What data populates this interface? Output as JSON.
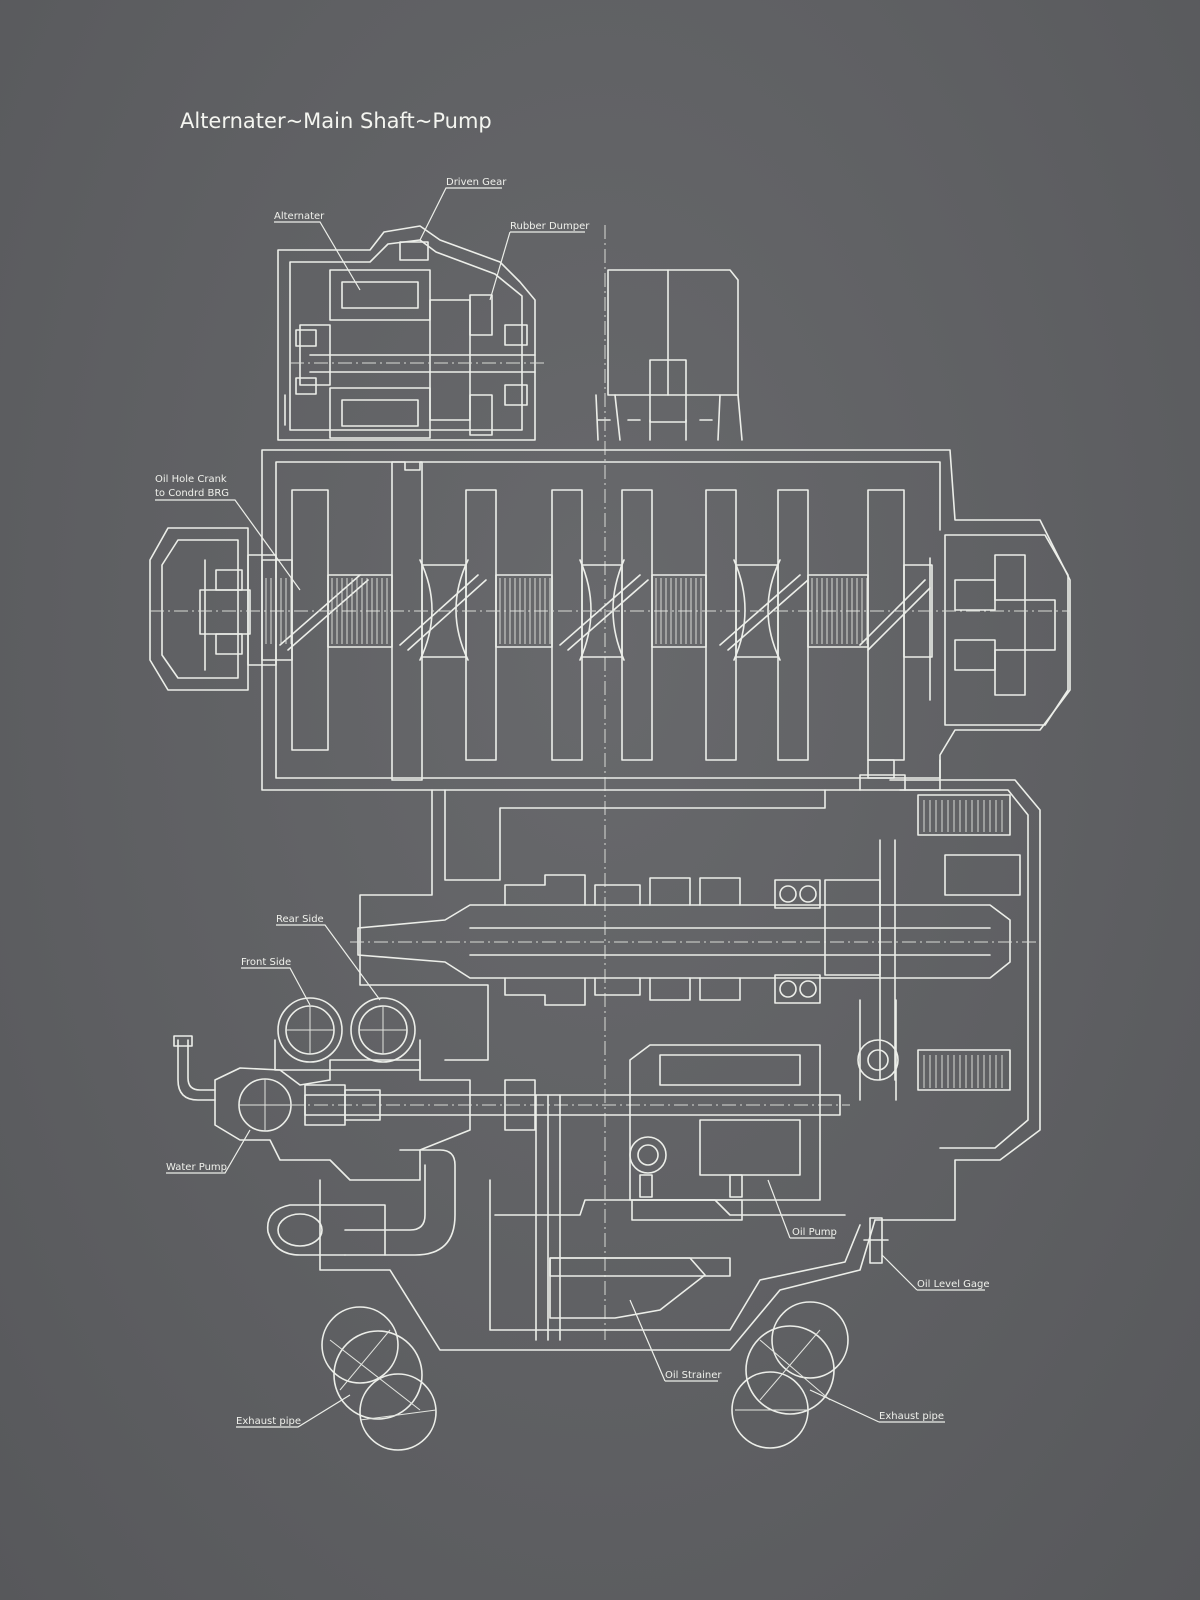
{
  "title": "Alternater~Main Shaft~Pump",
  "colors": {
    "background": "#5e5f62",
    "line": "#eceee9"
  },
  "labels": {
    "driven_gear": "Driven Gear",
    "alternater": "Alternater",
    "rubber_dumper": "Rubber Dumper",
    "oil_hole_line1": "Oil Hole Crank",
    "oil_hole_line2": "to Condrd BRG",
    "rear_side": "Rear Side",
    "front_side": "Front Side",
    "water_pump": "Water Pump",
    "oil_pump": "Oil Pump",
    "oil_level_gage": "Oil Level Gage",
    "oil_strainer": "Oil Strainer",
    "exhaust_pipe_left": "Exhaust pipe",
    "exhaust_pipe_right": "Exhaust pipe"
  }
}
